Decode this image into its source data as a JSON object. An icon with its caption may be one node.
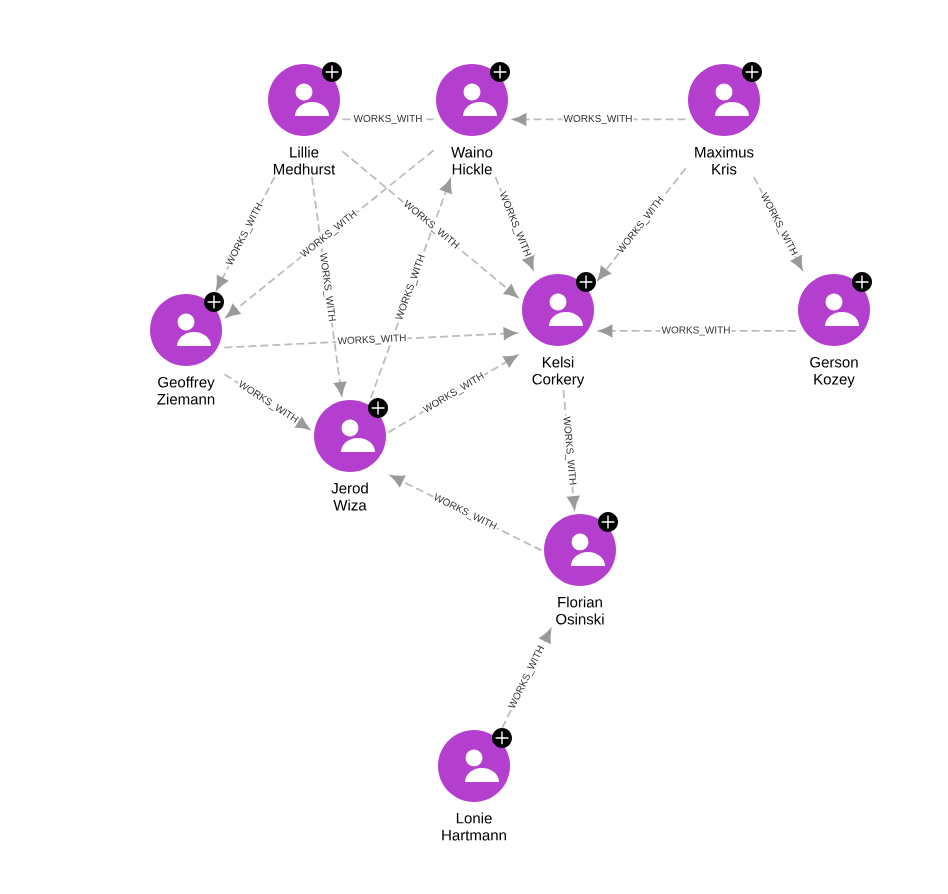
{
  "diagram": {
    "nodes": [
      {
        "text": [
          "Lillie Medhurst"
        ]
      },
      {
        "text": [
          "Waino Hickle"
        ]
      },
      {
        "text": [
          "Maximus Kris"
        ]
      },
      {
        "text": [
          "Geoffrey Ziemann"
        ]
      },
      {
        "text": [
          "Kelsi Corkery"
        ]
      },
      {
        "text": [
          "Gerson Kozey"
        ]
      },
      {
        "text": [
          "Jerod Wiza"
        ]
      },
      {
        "text": [
          "Florian Osinski"
        ]
      },
      {
        "text": [
          "Lonie Hartmann"
        ]
      }
    ],
    "edges": [
      {
        "from": 0,
        "to": 1,
        "arrow": "none",
        "label": "WORKS_WITH"
      },
      {
        "from": 2,
        "to": 1,
        "arrow": "to",
        "label": "WORKS_WITH"
      },
      {
        "from": 0,
        "to": 4,
        "arrow": "to",
        "label": "WORKS_WITH"
      },
      {
        "from": 1,
        "to": 4,
        "arrow": "to",
        "label": "WORKS_WITH"
      },
      {
        "from": 2,
        "to": 4,
        "arrow": "to",
        "label": "WORKS_WITH"
      },
      {
        "from": 2,
        "to": 5,
        "arrow": "to",
        "label": "WORKS_WITH"
      },
      {
        "from": 5,
        "to": 4,
        "arrow": "to",
        "label": "WORKS_WITH"
      },
      {
        "from": 0,
        "to": 3,
        "arrow": "to",
        "label": "WORKS_WITH"
      },
      {
        "from": 1,
        "to": 3,
        "arrow": "to",
        "label": "WORKS_WITH"
      },
      {
        "from": 0,
        "to": 6,
        "arrow": "to",
        "label": "WORKS_WITH"
      },
      {
        "from": 6,
        "to": 1,
        "arrow": "to",
        "label": "WORKS_WITH"
      },
      {
        "from": 3,
        "to": 4,
        "arrow": "to",
        "label": "WORKS_WITH"
      },
      {
        "from": 3,
        "to": 6,
        "arrow": "to",
        "label": "WORKS_WITH"
      },
      {
        "from": 6,
        "to": 4,
        "arrow": "to",
        "label": "WORKS_WITH"
      },
      {
        "from": 7,
        "to": 6,
        "arrow": "to",
        "label": "WORKS_WITH"
      },
      {
        "from": 4,
        "to": 7,
        "arrow": "to",
        "label": "WORKS_WITH"
      },
      {
        "from": 8,
        "to": 7,
        "arrow": "to",
        "label": "WORKS_WITH"
      }
    ]
  }
}
